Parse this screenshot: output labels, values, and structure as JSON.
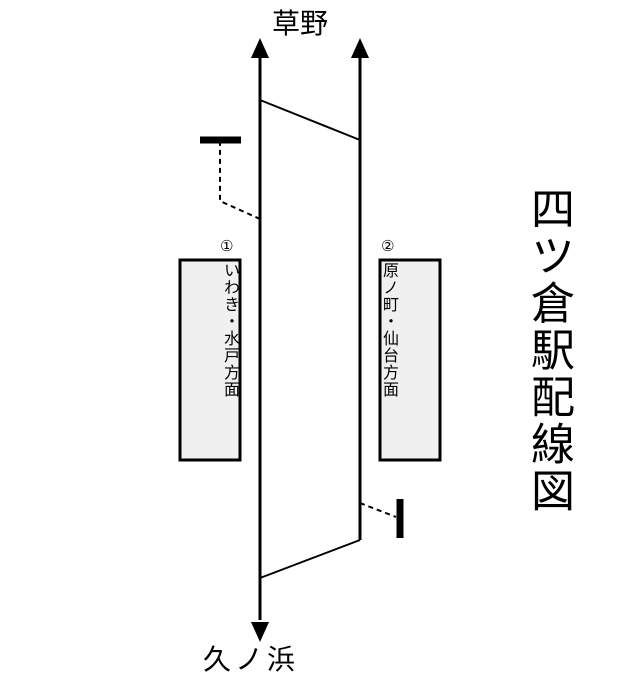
{
  "title": "四ツ倉駅配線図",
  "directions": {
    "north": "草野",
    "south": "久ノ浜"
  },
  "platforms": [
    {
      "number": "①",
      "direction": "いわき・水戸方面"
    },
    {
      "number": "②",
      "direction": "原ノ町・仙台方面"
    }
  ],
  "colors": {
    "platform_fill": "#f0f0f0",
    "line": "#000000"
  }
}
